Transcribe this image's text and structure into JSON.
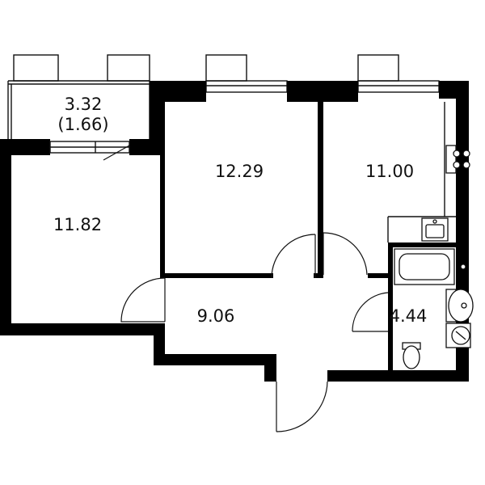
{
  "plan": {
    "rooms": [
      {
        "id": "loggia",
        "area": "3.32",
        "area_secondary": "(1.66)"
      },
      {
        "id": "bedroom-left",
        "area": "11.82"
      },
      {
        "id": "bedroom-center",
        "area": "12.29"
      },
      {
        "id": "kitchen",
        "area": "11.00"
      },
      {
        "id": "hallway",
        "area": "9.06"
      },
      {
        "id": "bathroom",
        "area": "4.44"
      }
    ]
  }
}
